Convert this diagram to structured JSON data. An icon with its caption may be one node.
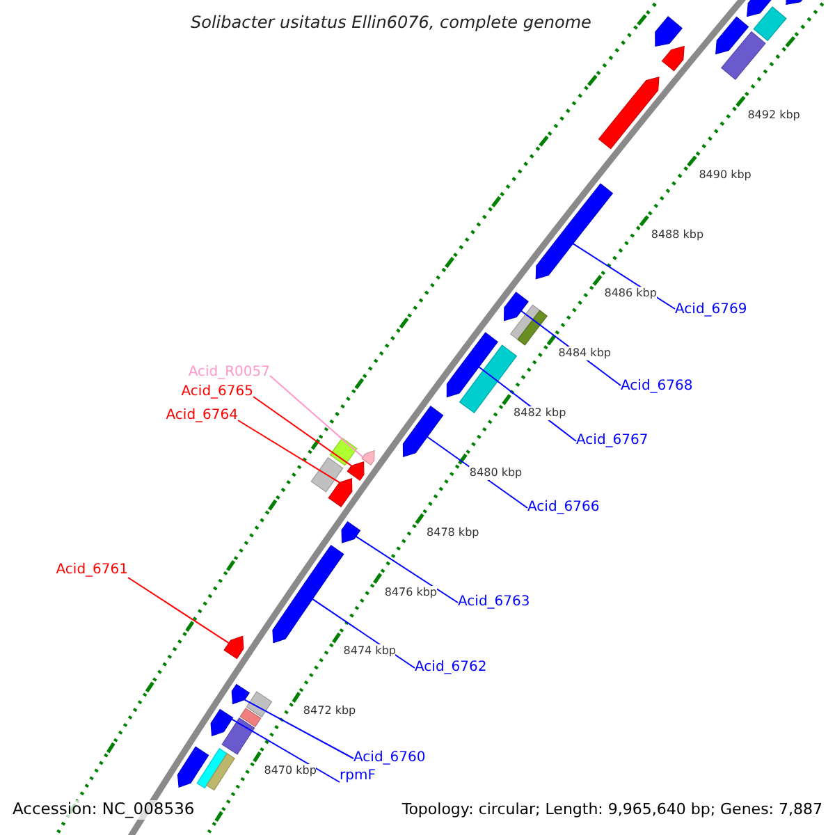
{
  "diagram": {
    "title": "Solibacter usitatus Ellin6076, complete genome",
    "nodes": [
      {
        "text": [
          "Acid_6769"
        ]
      },
      {
        "text": [
          "Acid_6768"
        ]
      },
      {
        "text": [
          "Acid_R0057"
        ]
      },
      {
        "text": [
          "Acid_6765"
        ]
      },
      {
        "text": [
          "Acid_6767"
        ]
      },
      {
        "text": [
          "Acid_6764"
        ]
      },
      {
        "text": [
          "Acid_6766"
        ]
      },
      {
        "text": [
          "Acid_6763"
        ]
      },
      {
        "text": [
          "Acid_6761"
        ]
      },
      {
        "text": [
          "Acid_6762"
        ]
      },
      {
        "text": [
          "Acid_6760"
        ]
      },
      {
        "text": [
          "rpmF"
        ]
      },
      {
        "text": [],
        "shape": "arrow"
      },
      {
        "text": [],
        "shape": "arrow"
      },
      {
        "text": [],
        "shape": "box"
      },
      {
        "text": [],
        "shape": "arrow"
      },
      {
        "text": [],
        "shape": "arrow"
      },
      {
        "text": [],
        "shape": "box"
      },
      {
        "text": [],
        "shape": "arrow"
      },
      {
        "text": [],
        "shape": "arrow"
      },
      {
        "text": [],
        "shape": "arrow"
      },
      {
        "text": [],
        "shape": "arrow"
      },
      {
        "text": [],
        "shape": "box"
      },
      {
        "text": [],
        "shape": "box"
      },
      {
        "text": [],
        "shape": "arrow"
      },
      {
        "text": [],
        "shape": "box"
      },
      {
        "text": [],
        "shape": "arrow"
      },
      {
        "text": [],
        "shape": "box"
      },
      {
        "text": [],
        "shape": "arrow"
      },
      {
        "text": [],
        "shape": "arrow"
      },
      {
        "text": [],
        "shape": "box"
      },
      {
        "text": [],
        "shape": "arrow"
      },
      {
        "text": [],
        "shape": "arrow"
      },
      {
        "text": [],
        "shape": "arrow"
      },
      {
        "text": [],
        "shape": "arrow"
      },
      {
        "text": [],
        "shape": "arrow"
      },
      {
        "text": [],
        "shape": "box"
      },
      {
        "text": [],
        "shape": "box"
      },
      {
        "text": [],
        "shape": "arrow"
      },
      {
        "text": [],
        "shape": "box"
      },
      {
        "text": [],
        "shape": "box"
      },
      {
        "text": [],
        "shape": "arrow"
      },
      {
        "text": [],
        "shape": "box"
      }
    ],
    "edges": [
      {
        "from": 0,
        "to": 20,
        "arrow": "none"
      },
      {
        "from": 1,
        "to": 21,
        "arrow": "none"
      },
      {
        "from": 2,
        "to": 28,
        "arrow": "none",
        "color": "#ff99cc"
      },
      {
        "from": 3,
        "to": 29,
        "arrow": "none",
        "color": "#ff0000"
      },
      {
        "from": 4,
        "to": 24,
        "arrow": "none"
      },
      {
        "from": 5,
        "to": 31,
        "arrow": "none",
        "color": "#ff0000"
      },
      {
        "from": 6,
        "to": 26,
        "arrow": "none"
      },
      {
        "from": 7,
        "to": 32,
        "arrow": "none"
      },
      {
        "from": 8,
        "to": 34,
        "arrow": "none",
        "color": "#ff0000"
      },
      {
        "from": 9,
        "to": 33,
        "arrow": "none"
      },
      {
        "from": 10,
        "to": 35,
        "arrow": "none"
      },
      {
        "from": 11,
        "to": 38,
        "arrow": "none"
      }
    ],
    "labels": [
      "8492 kbp",
      "8490 kbp",
      "8488 kbp",
      "8486 kbp",
      "8484 kbp",
      "8482 kbp",
      "8480 kbp",
      "8478 kbp",
      "8476 kbp",
      "8474 kbp",
      "8472 kbp",
      "8470 kbp",
      "Accession: NC_008536",
      "Topology: circular; Length: 9,965,640 bp; Genes: 7,887"
    ]
  }
}
